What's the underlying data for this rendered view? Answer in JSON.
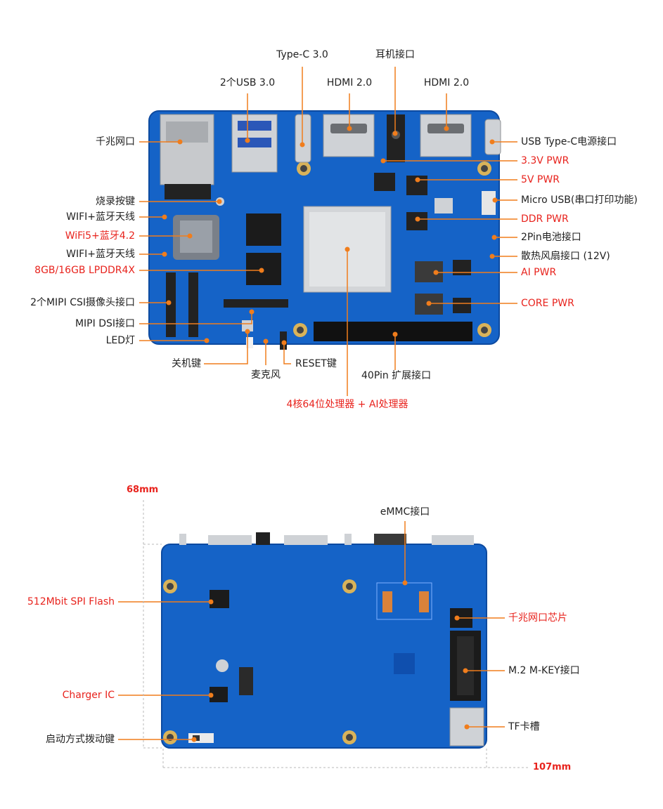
{
  "colors": {
    "board": "#1563c7",
    "board_dark": "#0d4aa0",
    "leader": "#f07d1c",
    "callout_red": "#e8231d",
    "text_dark": "#222222",
    "dimension_gray": "#b8b8b8"
  },
  "top": {
    "labels_above": {
      "type_c": "Type-C 3.0",
      "earphone": "耳机接口",
      "usb3": "2个USB 3.0",
      "hdmi_left": "HDMI 2.0",
      "hdmi_right": "HDMI 2.0"
    },
    "labels_left": {
      "ethernet": "千兆网口",
      "burn_key": "烧录按键",
      "wifi_ant1": "WIFI+蓝牙天线",
      "wifi_module": "WiFi5+蓝牙4.2",
      "wifi_ant2": "WIFI+蓝牙天线",
      "memory": "8GB/16GB LPDDR4X",
      "mipi_csi": "2个MIPI CSI摄像头接口",
      "mipi_dsi": "MIPI DSI接口",
      "led": "LED灯"
    },
    "labels_right": {
      "usb_c_power": "USB Type-C电源接口",
      "pwr_3v3": "3.3V PWR",
      "pwr_5v": "5V PWR",
      "micro_usb": "Micro USB(串口打印功能)",
      "ddr_pwr": "DDR PWR",
      "battery": "2Pin电池接口",
      "fan": "散热风扇接口 (12V)",
      "ai_pwr": "AI PWR",
      "core_pwr": "CORE PWR"
    },
    "labels_below": {
      "power_key": "关机键",
      "mic": "麦克风",
      "reset": "RESET键",
      "gpio": "40Pin 扩展接口",
      "processor": "4核64位处理器 + AI处理器"
    }
  },
  "bottom": {
    "dimensions": {
      "height": "68mm",
      "width": "107mm"
    },
    "labels": {
      "emmc": "eMMC接口",
      "spi_flash": "512Mbit SPI Flash",
      "gigabit_chip": "千兆网口芯片",
      "m2": "M.2 M-KEY接口",
      "charger": "Charger IC",
      "tf": "TF卡槽",
      "boot_switch": "启动方式拨动键"
    }
  }
}
